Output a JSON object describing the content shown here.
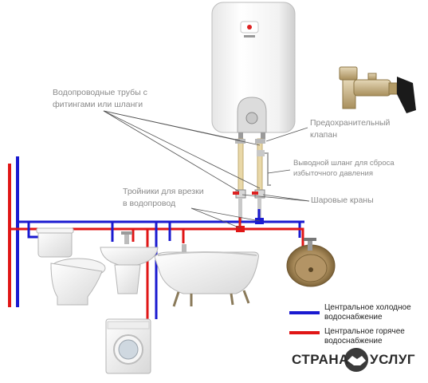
{
  "labels": {
    "pipes": [
      "Водопроводные трубы с",
      "фитингами или шланги"
    ],
    "safety_valve": [
      "Предохранительный",
      "клапан"
    ],
    "drain_hose": [
      "Выводной шланг для сброса",
      "избыточного давления"
    ],
    "tees": [
      "Тройники для врезки",
      "в водопровод"
    ],
    "ball_valves": "Шаровые краны"
  },
  "legend": {
    "cold": {
      "text": [
        "Центральное холодное",
        "водоснабжение"
      ],
      "color": "#1a1ad0"
    },
    "hot": {
      "text": [
        "Центральное горячее",
        "водоснабжение"
      ],
      "color": "#e01616"
    }
  },
  "logo": {
    "left": "СТРАНА",
    "right": "УСЛУГ"
  },
  "colors": {
    "cold": "#1a1ad0",
    "hot": "#e01616",
    "label_text": "#8a8a8a",
    "leader": "#555555"
  },
  "icons": [
    "water-heater-icon",
    "safety-valve-icon",
    "toilet-icon",
    "sink-icon",
    "bathtub-icon",
    "kitchen-sink-icon",
    "washing-machine-icon",
    "handshake-icon"
  ]
}
